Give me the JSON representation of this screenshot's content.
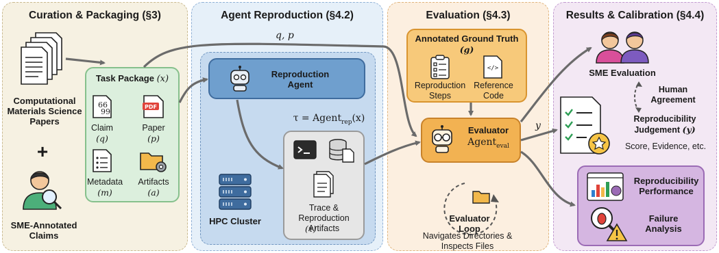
{
  "panels": {
    "curation": {
      "title": "Curation & Packaging (§3)"
    },
    "reproduction": {
      "title": "Agent Reproduction (§4.2)"
    },
    "evaluation": {
      "title": "Evaluation (§4.3)"
    },
    "results": {
      "title": "Results & Calibration (§4.4)"
    }
  },
  "curation": {
    "papers_label": "Computational Materials Science Papers",
    "plus": "+",
    "sme_label": "SME-Annotated Claims"
  },
  "task_package": {
    "title": "Task Package",
    "title_var": "(x)",
    "claim": "Claim",
    "claim_var": "(q)",
    "paper": "Paper",
    "paper_var": "(p)",
    "pdf_badge": "PDF",
    "metadata": "Metadata",
    "metadata_var": "(m)",
    "artifacts": "Artifacts",
    "artifacts_var": "(a)"
  },
  "reproduction": {
    "agent_label": "Reproduction Agent",
    "formula_lhs": "τ = Agent",
    "formula_sub": "rep",
    "formula_rhs": "(x)",
    "hpc_label": "HPC Cluster",
    "trace_label": "Trace & Reproduction Artifacts",
    "trace_var": "(τ)"
  },
  "evaluation": {
    "ground_truth_title": "Annotated Ground Truth",
    "ground_truth_var": "(g)",
    "steps_label": "Reproduction Steps",
    "code_label": "Reference Code",
    "evaluator_label": "Evaluator",
    "evaluator_formula": "Agent",
    "evaluator_sub": "eval",
    "loop_label": "Evaluator Loop",
    "navigates_label": "Navigates Directories & Inspects Files"
  },
  "results": {
    "sme_eval_label": "SME Evaluation",
    "human_agreement": "Human Agreement",
    "judgement_label": "Reproducibility Judgement",
    "judgement_var": "(y)",
    "judgement_detail": "Score, Evidence, etc.",
    "performance_label": "Reproducibility Performance",
    "failure_label": "Failure Analysis"
  },
  "arrow_labels": {
    "qp": "q, p",
    "y": "y"
  },
  "colors": {
    "curation_bg": "#f6f1e2",
    "reproduction_bg": "#e6f0f9",
    "evaluation_bg": "#fcefe0",
    "results_bg": "#f3e8f4",
    "task_package": "#dcefdd",
    "agent_box": "#6f9fce",
    "hpc_region": "#c6daef",
    "trace_box": "#e6e6e6",
    "ground_truth": "#f7c97a",
    "evaluator": "#f2b252",
    "performance_box": "#d5b6e1",
    "arrow": "#6b6b6b"
  }
}
